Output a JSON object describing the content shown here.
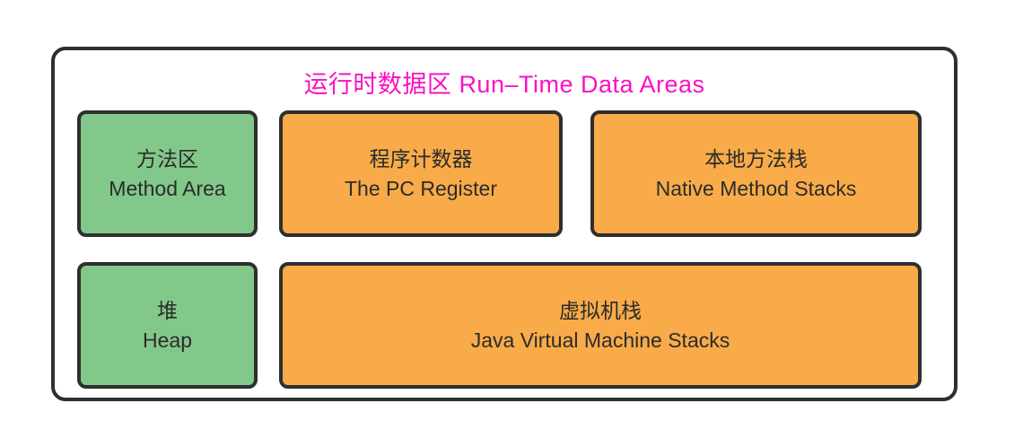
{
  "diagram": {
    "title": "运行时数据区 Run–Time Data Areas",
    "boxes": [
      {
        "id": "method-area",
        "zh": "方法区",
        "en": "Method Area",
        "variant": "green"
      },
      {
        "id": "pc-register",
        "zh": "程序计数器",
        "en": "The PC Register",
        "variant": "orange"
      },
      {
        "id": "native-method-stacks",
        "zh": "本地方法栈",
        "en": "Native Method Stacks",
        "variant": "orange"
      },
      {
        "id": "heap",
        "zh": "堆",
        "en": "Heap",
        "variant": "green"
      },
      {
        "id": "jvm-stacks",
        "zh": "虚拟机栈",
        "en": "Java Virtual Machine Stacks",
        "variant": "orange"
      }
    ]
  },
  "colors": {
    "title": "#fa10c2",
    "green": "#82c88a",
    "orange": "#f8ab48",
    "border": "#2f2f2f",
    "text": "#2b2b2b",
    "background": "#ffffff"
  }
}
